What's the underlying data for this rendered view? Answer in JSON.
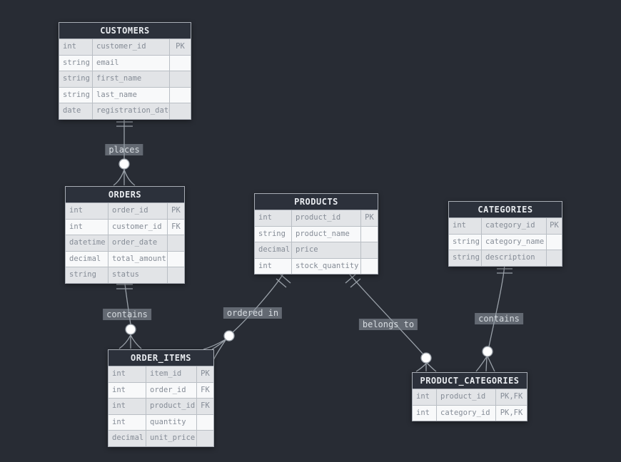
{
  "colors": {
    "canvas_bg": "#282c34",
    "table_header_bg": "#2c313b",
    "table_header_text": "#e8ebef",
    "table_border": "#a9aeb6",
    "row_light_bg": "#f8f9fa",
    "row_dark_bg": "#e2e4e7",
    "row_text": "#858c96",
    "connector_line": "#9aa1a9",
    "label_bg": "#8a93a0",
    "label_text": "#d7dce1"
  },
  "tables": {
    "customers": {
      "title": "CUSTOMERS",
      "rows": [
        {
          "type": "int",
          "name": "customer_id",
          "key": "PK"
        },
        {
          "type": "string",
          "name": "email",
          "key": ""
        },
        {
          "type": "string",
          "name": "first_name",
          "key": ""
        },
        {
          "type": "string",
          "name": "last_name",
          "key": ""
        },
        {
          "type": "date",
          "name": "registration_date",
          "key": ""
        }
      ]
    },
    "orders": {
      "title": "ORDERS",
      "rows": [
        {
          "type": "int",
          "name": "order_id",
          "key": "PK"
        },
        {
          "type": "int",
          "name": "customer_id",
          "key": "FK"
        },
        {
          "type": "datetime",
          "name": "order_date",
          "key": ""
        },
        {
          "type": "decimal",
          "name": "total_amount",
          "key": ""
        },
        {
          "type": "string",
          "name": "status",
          "key": ""
        }
      ]
    },
    "products": {
      "title": "PRODUCTS",
      "rows": [
        {
          "type": "int",
          "name": "product_id",
          "key": "PK"
        },
        {
          "type": "string",
          "name": "product_name",
          "key": ""
        },
        {
          "type": "decimal",
          "name": "price",
          "key": ""
        },
        {
          "type": "int",
          "name": "stock_quantity",
          "key": ""
        }
      ]
    },
    "categories": {
      "title": "CATEGORIES",
      "rows": [
        {
          "type": "int",
          "name": "category_id",
          "key": "PK"
        },
        {
          "type": "string",
          "name": "category_name",
          "key": ""
        },
        {
          "type": "string",
          "name": "description",
          "key": ""
        }
      ]
    },
    "order_items": {
      "title": "ORDER_ITEMS",
      "rows": [
        {
          "type": "int",
          "name": "item_id",
          "key": "PK"
        },
        {
          "type": "int",
          "name": "order_id",
          "key": "FK"
        },
        {
          "type": "int",
          "name": "product_id",
          "key": "FK"
        },
        {
          "type": "int",
          "name": "quantity",
          "key": ""
        },
        {
          "type": "decimal",
          "name": "unit_price",
          "key": ""
        }
      ]
    },
    "product_categories": {
      "title": "PRODUCT_CATEGORIES",
      "rows": [
        {
          "type": "int",
          "name": "product_id",
          "key": "PK,FK"
        },
        {
          "type": "int",
          "name": "category_id",
          "key": "PK,FK"
        }
      ]
    }
  },
  "relationships": [
    {
      "label": "places",
      "from": "CUSTOMERS",
      "to": "ORDERS",
      "from_cardinality": "exactly-one",
      "to_cardinality": "zero-or-many"
    },
    {
      "label": "contains",
      "from": "ORDERS",
      "to": "ORDER_ITEMS",
      "from_cardinality": "exactly-one",
      "to_cardinality": "zero-or-many"
    },
    {
      "label": "ordered in",
      "from": "PRODUCTS",
      "to": "ORDER_ITEMS",
      "from_cardinality": "exactly-one",
      "to_cardinality": "zero-or-many"
    },
    {
      "label": "belongs to",
      "from": "PRODUCTS",
      "to": "PRODUCT_CATEGORIES",
      "from_cardinality": "exactly-one",
      "to_cardinality": "zero-or-many"
    },
    {
      "label": "contains",
      "from": "CATEGORIES",
      "to": "PRODUCT_CATEGORIES",
      "from_cardinality": "exactly-one",
      "to_cardinality": "zero-or-many"
    }
  ]
}
